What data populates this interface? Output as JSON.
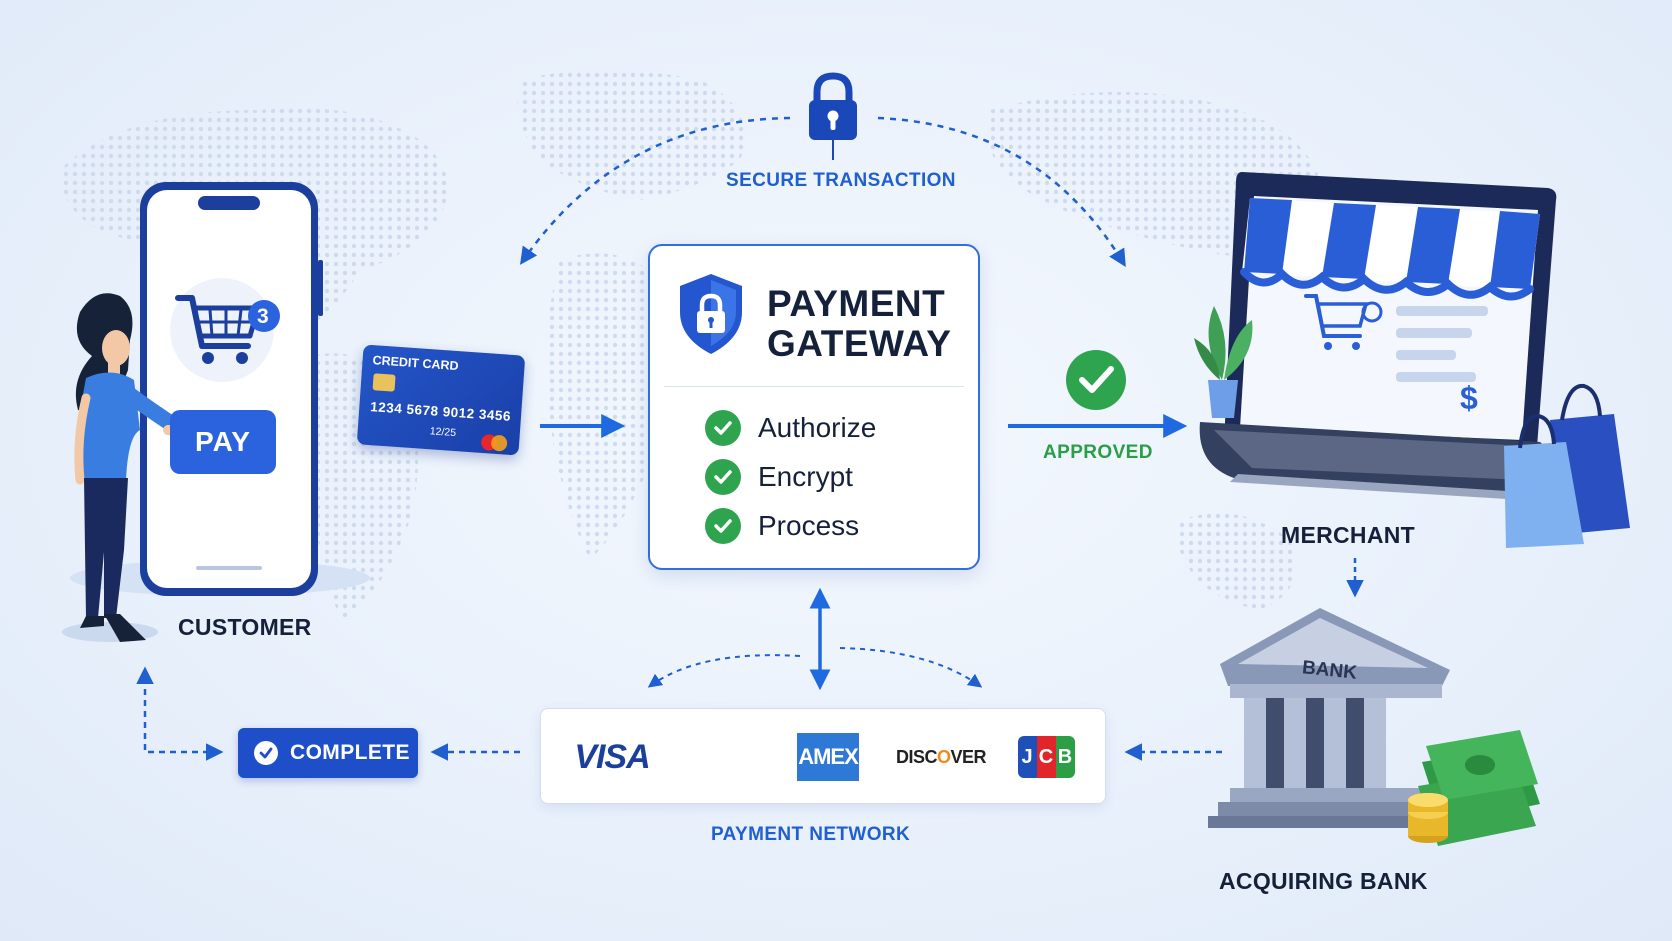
{
  "labels": {
    "secure_transaction": "SECURE TRANSACTION",
    "customer": "CUSTOMER",
    "merchant": "MERCHANT",
    "acquiring_bank": "ACQUIRING BANK",
    "payment_network": "PAYMENT NETWORK",
    "approved": "APPROVED"
  },
  "gateway": {
    "title": "PAYMENT GATEWAY",
    "steps": [
      "Authorize",
      "Encrypt",
      "Process"
    ]
  },
  "phone": {
    "cart_badge": "3",
    "pay_label": "PAY"
  },
  "card": {
    "title": "CREDIT CARD",
    "number": "1234 5678 9012 3456",
    "expiry": "12/25"
  },
  "complete": {
    "label": "COMPLETE"
  },
  "network_brands": {
    "visa": "VISA",
    "amex": "AMEX",
    "discover_pre": "DISC",
    "discover_o": "O",
    "discover_post": "VER",
    "jcb": [
      "J",
      "C",
      "B"
    ]
  },
  "merchant": {
    "price_symbol": "$"
  },
  "bank": {
    "sign": "BANK"
  },
  "colors": {
    "brand_blue": "#1e4fc9",
    "accent_blue": "#2f6fe0",
    "success_green": "#2ea44f",
    "text_dark": "#15213a"
  },
  "icons": [
    "lock-icon",
    "shield-lock-icon",
    "check-icon",
    "cart-icon",
    "storefront-laptop",
    "bank-building-icon",
    "cash-stack-icon",
    "shopping-bags-icon",
    "plant-icon"
  ]
}
